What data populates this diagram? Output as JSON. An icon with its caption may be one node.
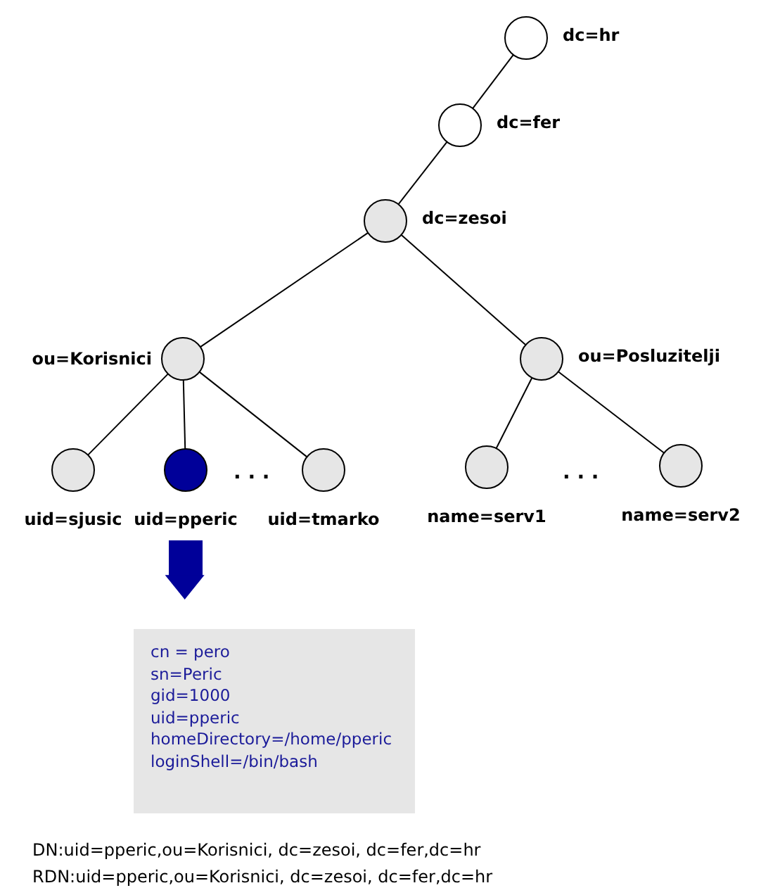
{
  "diagram": {
    "nodes": [
      {
        "text": [
          "dc=hr"
        ]
      },
      {
        "text": [
          "dc=fer"
        ]
      },
      {
        "text": [
          "dc=zesoi"
        ]
      },
      {
        "text": [
          "ou=Korisnici"
        ]
      },
      {
        "text": [
          "ou=Posluzitelji"
        ]
      },
      {
        "text": [
          "uid=sjusic"
        ]
      },
      {
        "text": [
          "uid=pperic"
        ]
      },
      {
        "text": [
          "uid=tmarko"
        ]
      },
      {
        "text": [
          "name=serv1"
        ]
      },
      {
        "text": [
          "name=serv2"
        ]
      },
      {
        "text": [
          "cn = pero",
          "sn=Peric",
          "gid=1000",
          "uid=pperic",
          "homeDirectory=/home/pperic",
          "loginShell=/bin/bash"
        ]
      }
    ],
    "edges": [
      {
        "from": 0,
        "to": 1,
        "arrow": "none"
      },
      {
        "from": 1,
        "to": 2,
        "arrow": "none"
      },
      {
        "from": 2,
        "to": 3,
        "arrow": "none"
      },
      {
        "from": 2,
        "to": 4,
        "arrow": "none"
      },
      {
        "from": 3,
        "to": 5,
        "arrow": "none"
      },
      {
        "from": 3,
        "to": 6,
        "arrow": "none"
      },
      {
        "from": 3,
        "to": 7,
        "arrow": "none"
      },
      {
        "from": 4,
        "to": 8,
        "arrow": "none"
      },
      {
        "from": 4,
        "to": 9,
        "arrow": "none"
      },
      {
        "from": 6,
        "to": 10,
        "arrow": "to",
        "style": "thick",
        "color": "#000099"
      }
    ],
    "labels": [
      ". . .",
      ". . .",
      "DN:uid=pperic,ou=Korisnici, dc=zesoi, dc=fer,dc=hr",
      "RDN:uid=pperic,ou=Korisnici, dc=zesoi, dc=fer,dc=hr"
    ]
  }
}
